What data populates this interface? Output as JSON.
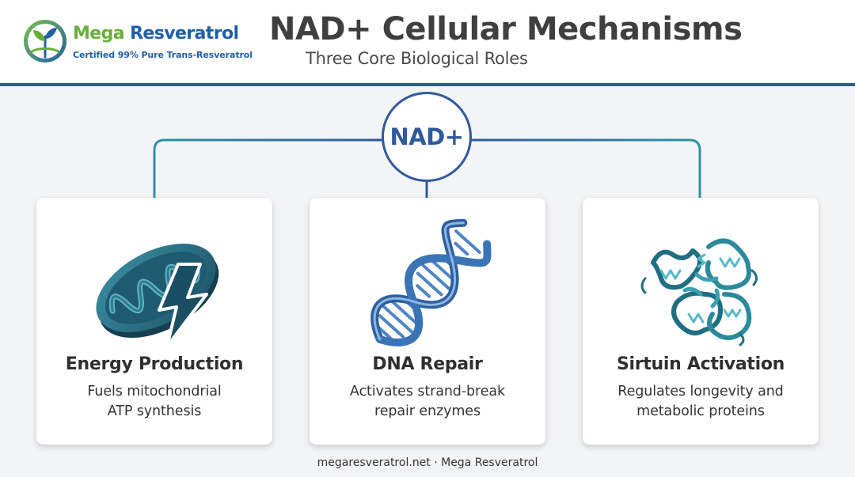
{
  "brand": {
    "name_part1": "Mega",
    "name_part2": " Resveratrol",
    "tagline": "Certified 99% Pure Trans-Resveratrol",
    "logo_icon": "sprout-globe-icon"
  },
  "header": {
    "title": "NAD+ Cellular Mechanisms",
    "subtitle": "Three Core Biological Roles"
  },
  "hub": {
    "label": "NAD+"
  },
  "cards": [
    {
      "icon": "mitochondrion-lightning-icon",
      "title": "Energy Production",
      "line1": "Fuels mitochondrial",
      "line2": "ATP synthesis"
    },
    {
      "icon": "dna-helix-icon",
      "title": "DNA Repair",
      "line1": "Activates strand-break",
      "line2": "repair enzymes"
    },
    {
      "icon": "protein-structure-icon",
      "title": "Sirtuin Activation",
      "line1": "Regulates longevity and",
      "line2": "metabolic proteins"
    }
  ],
  "footer": {
    "text": "megaresveratrol.net · Mega Resveratrol"
  },
  "colors": {
    "navy": "#2f5a9c",
    "teal": "#2e8fa0",
    "brand_green": "#6aae3b",
    "brand_blue": "#1f5ea8",
    "title_gray": "#3f3f3f"
  }
}
